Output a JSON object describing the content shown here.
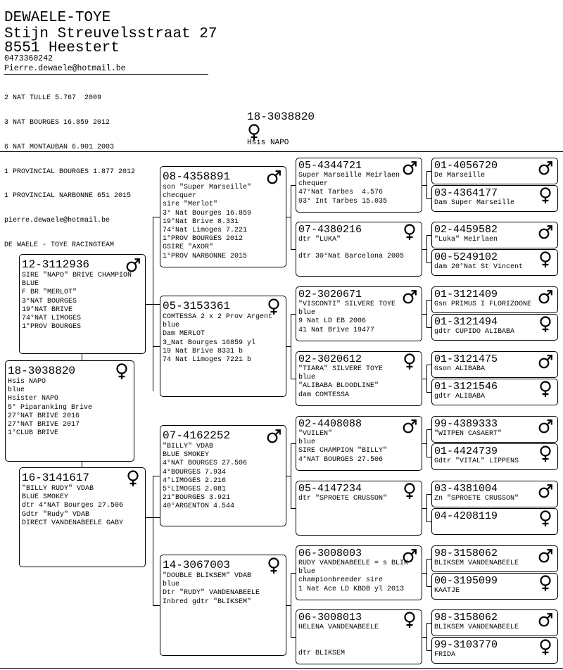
{
  "owner": {
    "name": "DEWAELE-TOYE",
    "street": "Stijn Streuvelsstraat 27",
    "city": "8551 Heestert",
    "phone": "0473360242",
    "email": "Pierre.dewaele@hotmail.be",
    "results": [
      "2 NAT TULLE 5.767  2009",
      "3 NAT BOURGES 16.859 2012",
      "6 NAT MONTAUBAN 6.901 2003",
      "1 PROVINCIAL BOURGES 1.877 2012",
      "1 PROVINCIAL NARBONNE 651 2015"
    ],
    "email2": "pierre.dewaele@hotmail.be",
    "team": "DE WAELE - TOYE RACINGTEAM"
  },
  "subject": {
    "ring": "18-3038820",
    "name": "Hsis NAPO",
    "sex": "female"
  },
  "pedigree": {
    "bird": {
      "ring": "18-3038820",
      "sex": "female",
      "lines": [
        "Hsis NAPO",
        "blue",
        "Hsister NAPO",
        "5° Piparanking Brive",
        "27°NAT BRIVE 2016",
        "27°NAT BRIVE 2017",
        "1°CLUB BRIVE"
      ]
    },
    "sire": {
      "ring": "12-3112936",
      "sex": "male",
      "lines": [
        "SIRE \"NAPO\" BRIVE CHAMPION",
        "BLUE",
        "F BR \"MERLOT\"",
        "3°NAT BOURGES",
        "19°NAT BRIVE",
        "74°NAT LIMOGES",
        "1°PROV BOURGES"
      ]
    },
    "dam": {
      "ring": "16-3141617",
      "sex": "female",
      "lines": [
        "\"BILLY RUDY\" VDAB",
        "BLUE SMOKEY",
        "dtr 4°NAT Bourges 27.506",
        "Gdtr \"Rudy\" VDAB",
        "DIRECT VANDENABEELE GABY"
      ]
    },
    "ss": {
      "ring": "08-4358891",
      "sex": "male",
      "lines": [
        "son \"Super Marseille\"",
        "checquer",
        "sire \"Merlot\"",
        "3° Nat Bourges 16.859",
        "19°Nat Brive 8.331",
        "74°Nat Limoges 7.221",
        "1°PROV BOURGES 2012",
        "GSIRE \"AXOR\"",
        "1°PROV NARBONNE 2015"
      ]
    },
    "sd": {
      "ring": "05-3153361",
      "sex": "female",
      "lines": [
        "COMTESSA 2 x 2 Prov Argent",
        "blue",
        "Dam MERLOT",
        "3_Nat Bourges 16859 yl",
        "19 Nat Brive 8331 b",
        "74 Nat Limoges 7221 b"
      ]
    },
    "ds": {
      "ring": "07-4162252",
      "sex": "male",
      "lines": [
        "\"BILLY\" VDAB",
        "BLUE SMOKEY",
        "4°NAT BOURGES 27.506",
        "4°BOURGES 7.934",
        "4°LIMOGES 2.216",
        "5°LIMOGES 2.081",
        "21°BOURGES 3.921",
        "40°ARGENTON 4.544"
      ]
    },
    "dd": {
      "ring": "14-3067003",
      "sex": "female",
      "lines": [
        "\"DOUBLE BLIKSEM\" VDAB",
        "blue",
        "Dtr \"RUDY\" VANDENABEELE",
        "Inbred gdtr \"BLIKSEM\""
      ]
    },
    "sss": {
      "ring": "05-4344721",
      "sex": "male",
      "lines": [
        "Super Marseille Meirlaen",
        "chequer",
        "47°Nat Tarbes  4.576",
        "93° Int Tarbes 15.035"
      ]
    },
    "ssd": {
      "ring": "07-4380216",
      "sex": "female",
      "lines": [
        "dtr \"LUKA\"",
        "",
        "dtr 30°Nat Barcelona 2005"
      ]
    },
    "sds": {
      "ring": "02-3020671",
      "sex": "male",
      "lines": [
        "\"VISCONTI\" SILVERE TOYE",
        "blue",
        "9 Nat LD EB 2006",
        "41 Nat Brive 19477"
      ]
    },
    "sdd": {
      "ring": "02-3020612",
      "sex": "female",
      "lines": [
        "\"TIARA\" SILVERE TOYE",
        "blue",
        "\"ALIBABA BLOODLINE\"",
        "dam COMTESSA"
      ]
    },
    "dss": {
      "ring": "02-4408088",
      "sex": "male",
      "lines": [
        "\"VUILEN\"",
        "blue",
        "SIRE CHAMPION \"BILLY\"",
        "4°NAT BOURGES 27.506"
      ]
    },
    "dsd": {
      "ring": "05-4147234",
      "sex": "female",
      "lines": [
        "dtr \"SPROETE CRUSSON\""
      ]
    },
    "dds": {
      "ring": "06-3008003",
      "sex": "male",
      "lines": [
        "RUDY VANDENABEELE = s BLIK",
        "blue",
        "championbreeder sire",
        "1 Nat Ace LD KBDB yl 2013"
      ]
    },
    "ddd": {
      "ring": "06-3008013",
      "sex": "female",
      "lines": [
        "HELENA VANDENABEELE",
        "",
        "",
        "dtr BLIKSEM"
      ]
    },
    "g1": {
      "ring": "01-4056720",
      "sex": "male",
      "lines": [
        "De Marseille"
      ]
    },
    "g2": {
      "ring": "03-4364177",
      "sex": "female",
      "lines": [
        "Dam Super Marseille"
      ]
    },
    "g3": {
      "ring": "02-4459582",
      "sex": "male",
      "lines": [
        "\"Luka\" Meirlaen"
      ]
    },
    "g4": {
      "ring": "00-5249102",
      "sex": "female",
      "lines": [
        "dam 20°Nat St Vincent"
      ]
    },
    "g5": {
      "ring": "01-3121409",
      "sex": "male",
      "lines": [
        "Gsn PRIMUS I FLORIZOONE"
      ]
    },
    "g6": {
      "ring": "01-3121494",
      "sex": "female",
      "lines": [
        "gdtr CUPIDO ALIBABA"
      ]
    },
    "g7": {
      "ring": "01-3121475",
      "sex": "male",
      "lines": [
        "Gson ALIBABA"
      ]
    },
    "g8": {
      "ring": "01-3121546",
      "sex": "female",
      "lines": [
        "gdtr ALIBABA"
      ]
    },
    "g9": {
      "ring": "99-4389333",
      "sex": "male",
      "lines": [
        "\"WITPEN CASAERT\""
      ]
    },
    "g10": {
      "ring": "01-4424739",
      "sex": "female",
      "lines": [
        "Gdtr \"VITAL\" LIPPENS"
      ]
    },
    "g11": {
      "ring": "03-4381004",
      "sex": "male",
      "lines": [
        "Zn \"SPROETE CRUSSON\""
      ]
    },
    "g12": {
      "ring": "04-4208119",
      "sex": "female",
      "lines": []
    },
    "g13": {
      "ring": "98-3158062",
      "sex": "male",
      "lines": [
        "BLIKSEM VANDENABEELE"
      ]
    },
    "g14": {
      "ring": "00-3195099",
      "sex": "female",
      "lines": [
        "KAATJE"
      ]
    },
    "g15": {
      "ring": "98-3158062",
      "sex": "male",
      "lines": [
        "BLIKSEM VANDENABEELE"
      ]
    },
    "g16": {
      "ring": "99-3103770",
      "sex": "female",
      "lines": [
        "FRIDA"
      ]
    }
  }
}
